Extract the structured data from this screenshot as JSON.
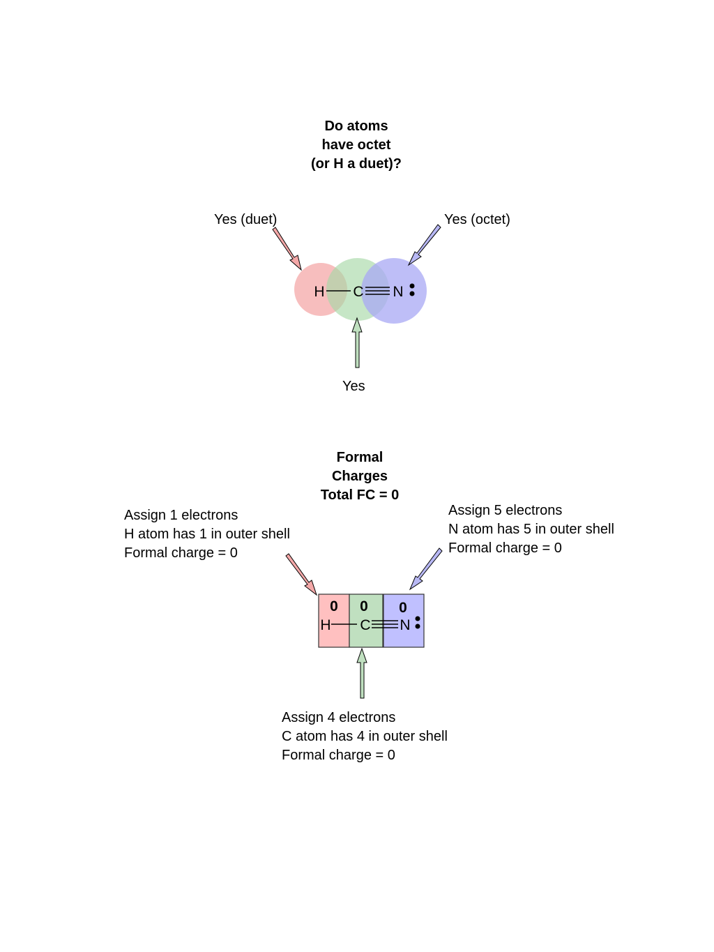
{
  "octet_section": {
    "title_lines": [
      "Do atoms",
      "have octet",
      "(or H a duet)?"
    ],
    "label_h": "Yes (duet)",
    "label_n": "Yes (octet)",
    "label_c": "Yes",
    "atoms": {
      "h": "H",
      "c": "C",
      "n": "N"
    }
  },
  "fc_section": {
    "title_lines": [
      "Formal",
      "Charges",
      "Total FC = 0"
    ],
    "h_note": [
      "Assign 1 electrons",
      "H atom has 1 in outer shell",
      "Formal charge = 0"
    ],
    "n_note": [
      "Assign 5 electrons",
      "N atom has 5 in outer shell",
      "Formal charge = 0"
    ],
    "c_note": [
      "Assign 4 electrons",
      "C atom has 4 in outer shell",
      "Formal charge = 0"
    ],
    "charges": {
      "h": "0",
      "c": "0",
      "n": "0"
    },
    "atoms": {
      "h": "H",
      "c": "C",
      "n": "N"
    }
  },
  "colors": {
    "h": "#f4a8a8",
    "c": "#a8d8a8",
    "n": "#a8a8f4",
    "h_box": "#ffc0c0",
    "c_box": "#c0e0c0",
    "n_box": "#c0c0ff"
  }
}
